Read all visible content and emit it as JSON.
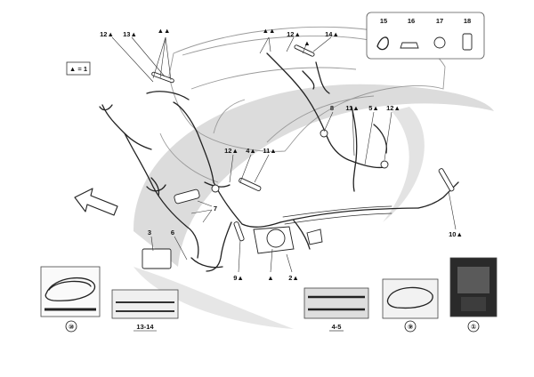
{
  "legend": {
    "text": "▲ = 1"
  },
  "inset": {
    "labels": [
      "15",
      "16",
      "17",
      "18"
    ]
  },
  "callouts": [
    "12▲",
    "13▲",
    "▲▲",
    "▲▲",
    "12▲",
    "▲",
    "14▲",
    "8",
    "11▲",
    "5▲",
    "12▲",
    "12▲",
    "4▲",
    "11▲",
    "7",
    "3",
    "6",
    "9▲",
    "▲",
    "2▲",
    "10▲"
  ],
  "thumbnails": [
    {
      "label": "⑩"
    },
    {
      "label": "13-14"
    },
    {
      "label": "4-5"
    },
    {
      "label": "⑨"
    },
    {
      "label": "①"
    }
  ],
  "icons": {
    "direction": "front-direction-arrow-icon"
  },
  "colors": {
    "line": "#222222",
    "swoosh": "#d9d9d9",
    "car_outline": "#9a9a9a"
  }
}
